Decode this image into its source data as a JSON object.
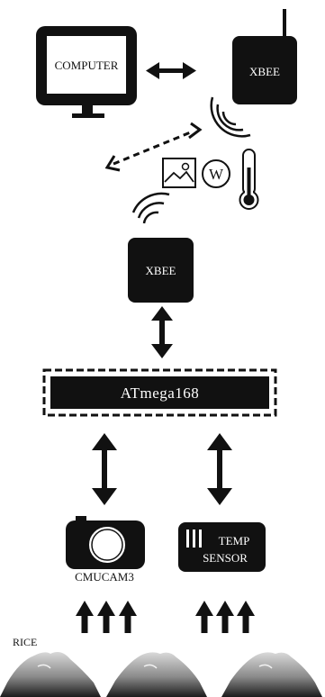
{
  "computer": {
    "label": "COMPUTER"
  },
  "xbee_top": {
    "label": "XBEE"
  },
  "xbee_bottom": {
    "label": "XBEE"
  },
  "sensor_icon": {
    "letter": "W"
  },
  "microcontroller": {
    "label": "ATmega168"
  },
  "camera": {
    "label": "CMUCAM3"
  },
  "temp_sensor": {
    "line1": "TEMP",
    "line2": "SENSOR"
  },
  "rice": {
    "label": "RICE"
  },
  "colors": {
    "ink": "#111111",
    "paper": "#ffffff"
  }
}
